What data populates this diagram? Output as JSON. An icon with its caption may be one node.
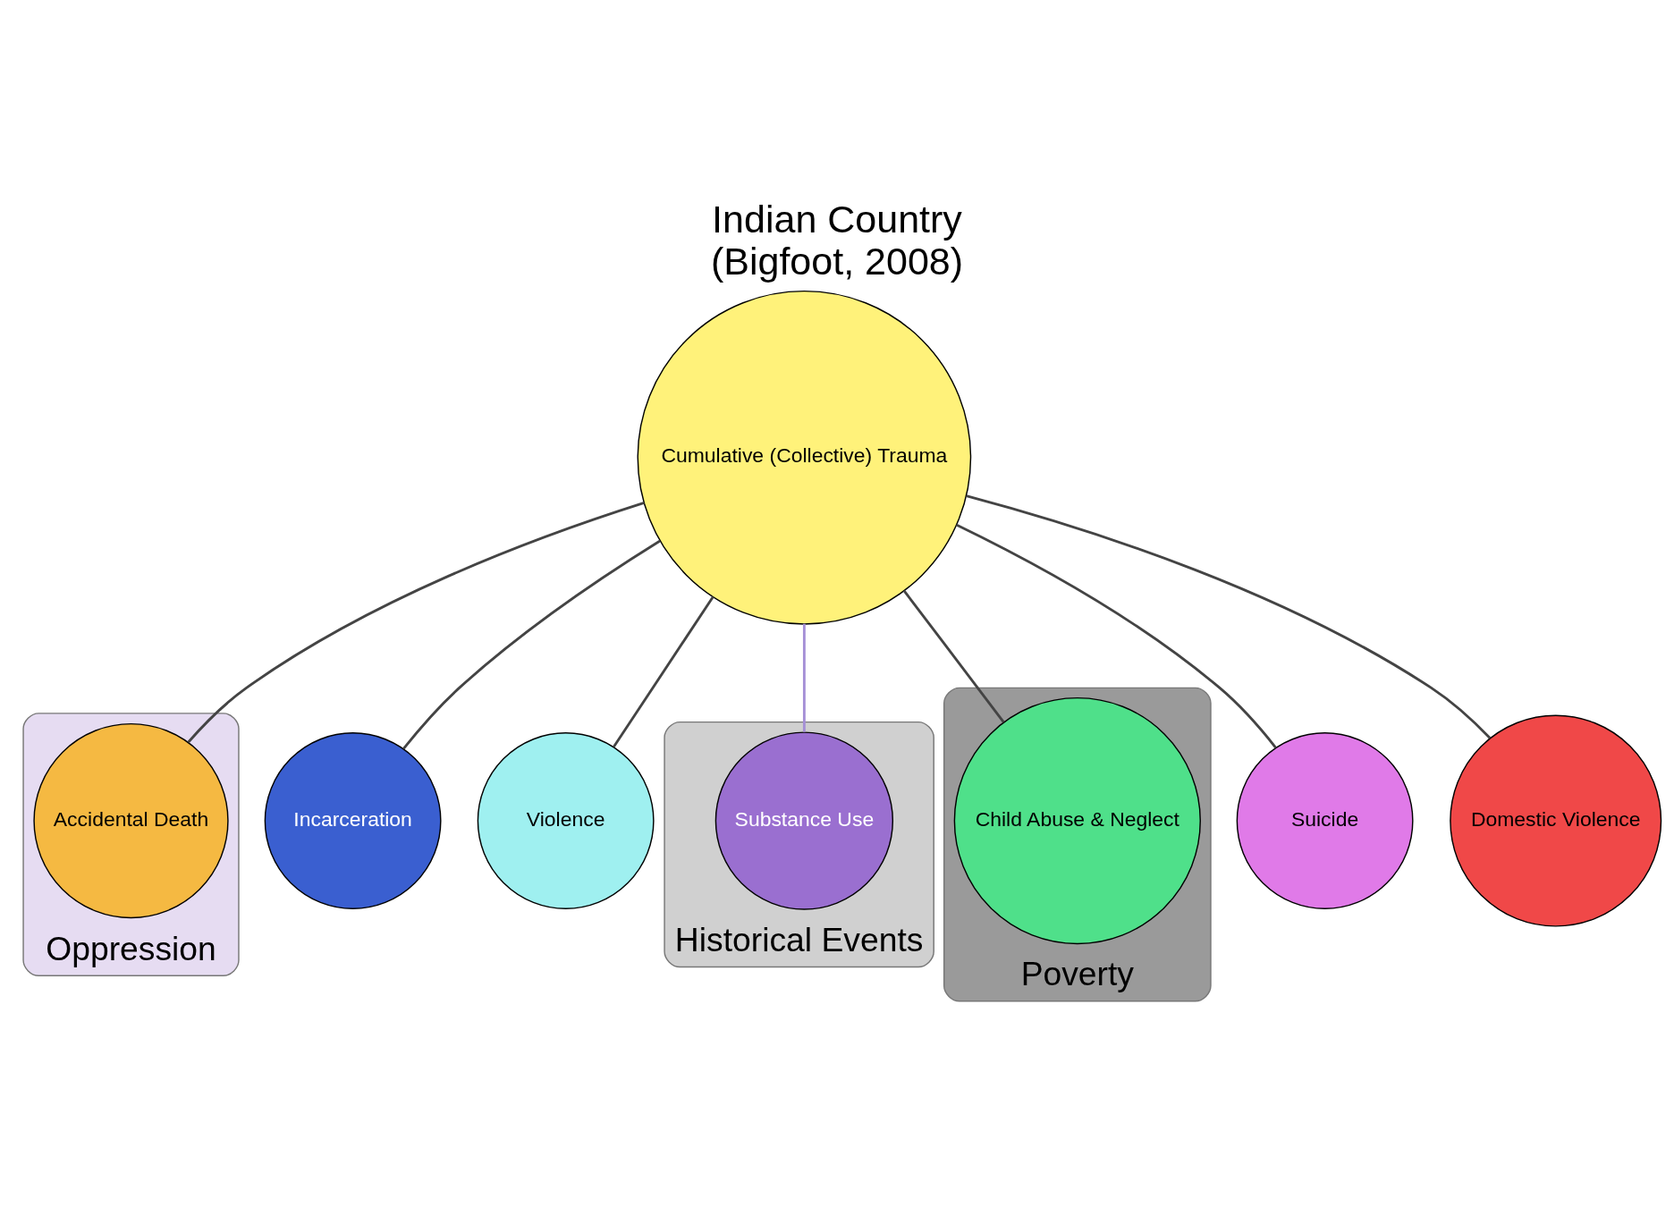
{
  "diagram": {
    "title": "Indian Country",
    "caption": "(Bigfoot, 2008)",
    "nodes": [
      {
        "text": [
          "Oppression"
        ]
      },
      {
        "text": [
          "Accidental Death"
        ],
        "in": 0
      },
      {
        "text": [
          "Incarceration"
        ]
      },
      {
        "text": [
          "Violence"
        ]
      },
      {
        "text": [
          "Historical Events"
        ]
      },
      {
        "text": [
          "Substance Use"
        ],
        "in": 4
      },
      {
        "text": [
          "Cumulative (Collective) Trauma"
        ]
      },
      {
        "text": [
          "Poverty"
        ]
      },
      {
        "text": [
          "Child Abuse & Neglect"
        ],
        "in": 7
      },
      {
        "text": [
          "Suicide"
        ]
      },
      {
        "text": [
          "Domestic Violence"
        ]
      }
    ],
    "edges": [
      {
        "from": 6,
        "to": 1,
        "arrow": "none"
      },
      {
        "from": 6,
        "to": 2,
        "arrow": "none"
      },
      {
        "from": 6,
        "to": 3,
        "arrow": "none"
      },
      {
        "from": 6,
        "to": 5,
        "arrow": "none",
        "color": "#a58fd6"
      },
      {
        "from": 6,
        "to": 8,
        "arrow": "none"
      },
      {
        "from": 6,
        "to": 9,
        "arrow": "none"
      },
      {
        "from": 6,
        "to": 10,
        "arrow": "none"
      }
    ]
  }
}
